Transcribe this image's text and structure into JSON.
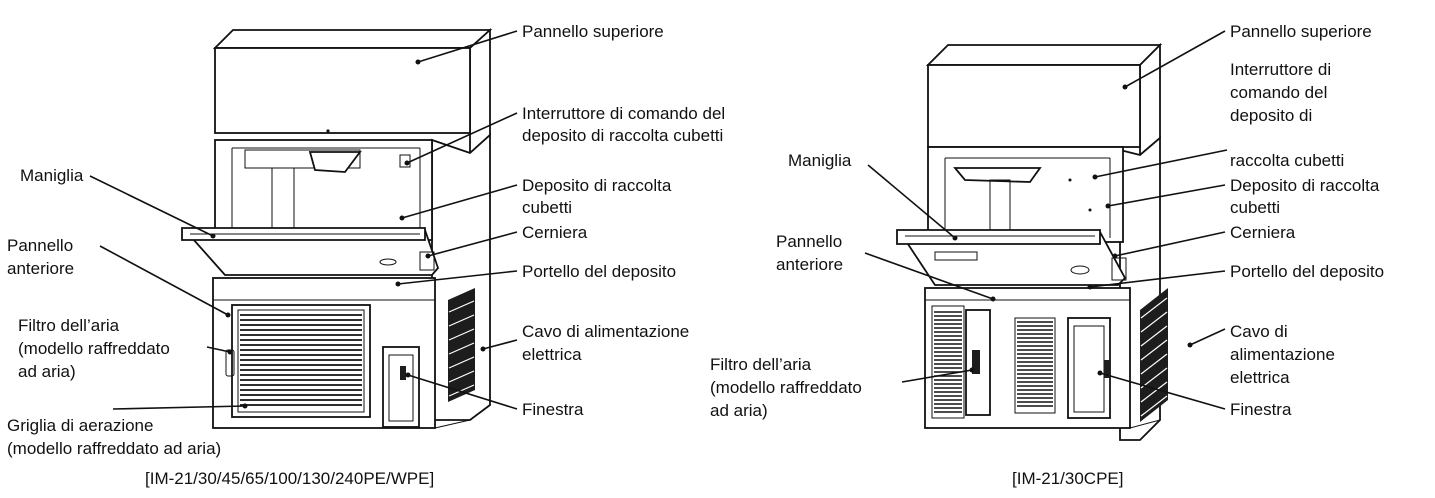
{
  "models": [
    {
      "caption": "[IM-21/30/45/65/100/130/240PE/WPE]",
      "labels": {
        "top_panel": "Pannello superiore",
        "bin_switch": [
          "Interruttore di comando del",
          "deposito di raccolta cubetti"
        ],
        "handle": "Maniglia",
        "bin": [
          "Deposito di raccolta",
          "cubetti"
        ],
        "front_panel": [
          "Pannello",
          "anteriore"
        ],
        "hinge": "Cerniera",
        "bin_door": "Portello del deposito",
        "air_filter": [
          "Filtro dell’aria",
          "(modello raffreddato",
          "ad aria)"
        ],
        "power_cord": [
          "Cavo di alimentazione",
          "elettrica"
        ],
        "louver": [
          "Griglia di aerazione",
          "(modello raffreddato ad aria)"
        ],
        "window": "Finestra"
      }
    },
    {
      "caption": "[IM-21/30CPE]",
      "labels": {
        "top_panel": "Pannello superiore",
        "bin_switch": [
          "Interruttore di",
          "comando del",
          "deposito di",
          "raccolta cubetti"
        ],
        "handle": "Maniglia",
        "bin": [
          "Deposito di raccolta",
          "cubetti"
        ],
        "front_panel": [
          "Pannello",
          "anteriore"
        ],
        "hinge": "Cerniera",
        "bin_door": "Portello del deposito",
        "air_filter": [
          "Filtro dell’aria",
          "(modello raffreddato",
          "ad aria)"
        ],
        "power_cord": [
          "Cavo di",
          "alimentazione",
          "elettrica"
        ],
        "window": "Finestra"
      }
    }
  ]
}
